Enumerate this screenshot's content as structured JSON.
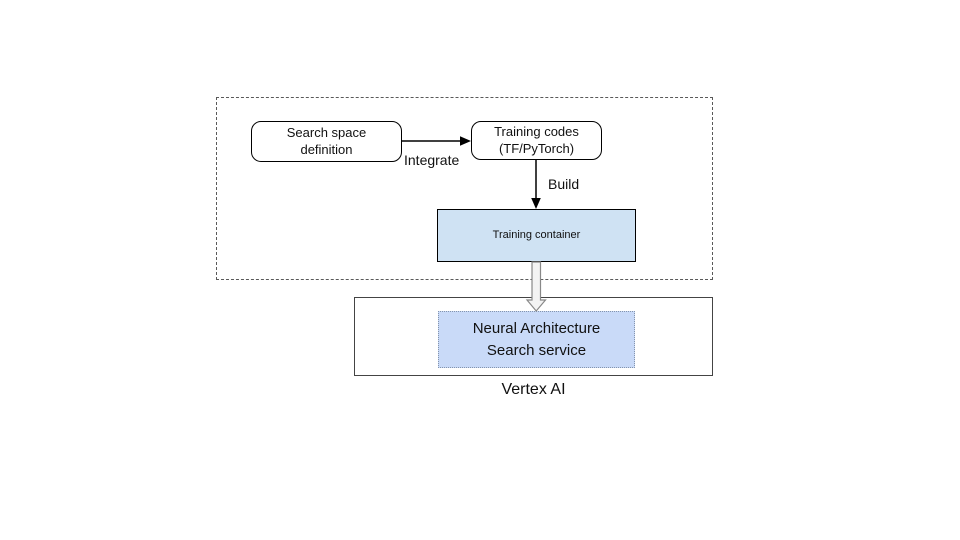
{
  "colors": {
    "training_container_fill": "#cfe2f3",
    "nas_service_fill": "#c9daf8",
    "dashed_group_border": "#595959",
    "vertex_group_border": "#444444",
    "node_border": "#000000",
    "thick_arrow_fill": "#f3f3f3",
    "thick_arrow_stroke": "#888888"
  },
  "nodes": {
    "search_space": {
      "line1": "Search space",
      "line2": "definition"
    },
    "training_codes": {
      "line1": "Training codes",
      "line2": "(TF/PyTorch)"
    },
    "training_container": {
      "label": "Training container"
    },
    "nas_service": {
      "line1": "Neural Architecture",
      "line2": "Search service"
    }
  },
  "edges": {
    "integrate_label": "Integrate",
    "build_label": "Build"
  },
  "groups": {
    "vertex_ai_label": "Vertex AI"
  }
}
